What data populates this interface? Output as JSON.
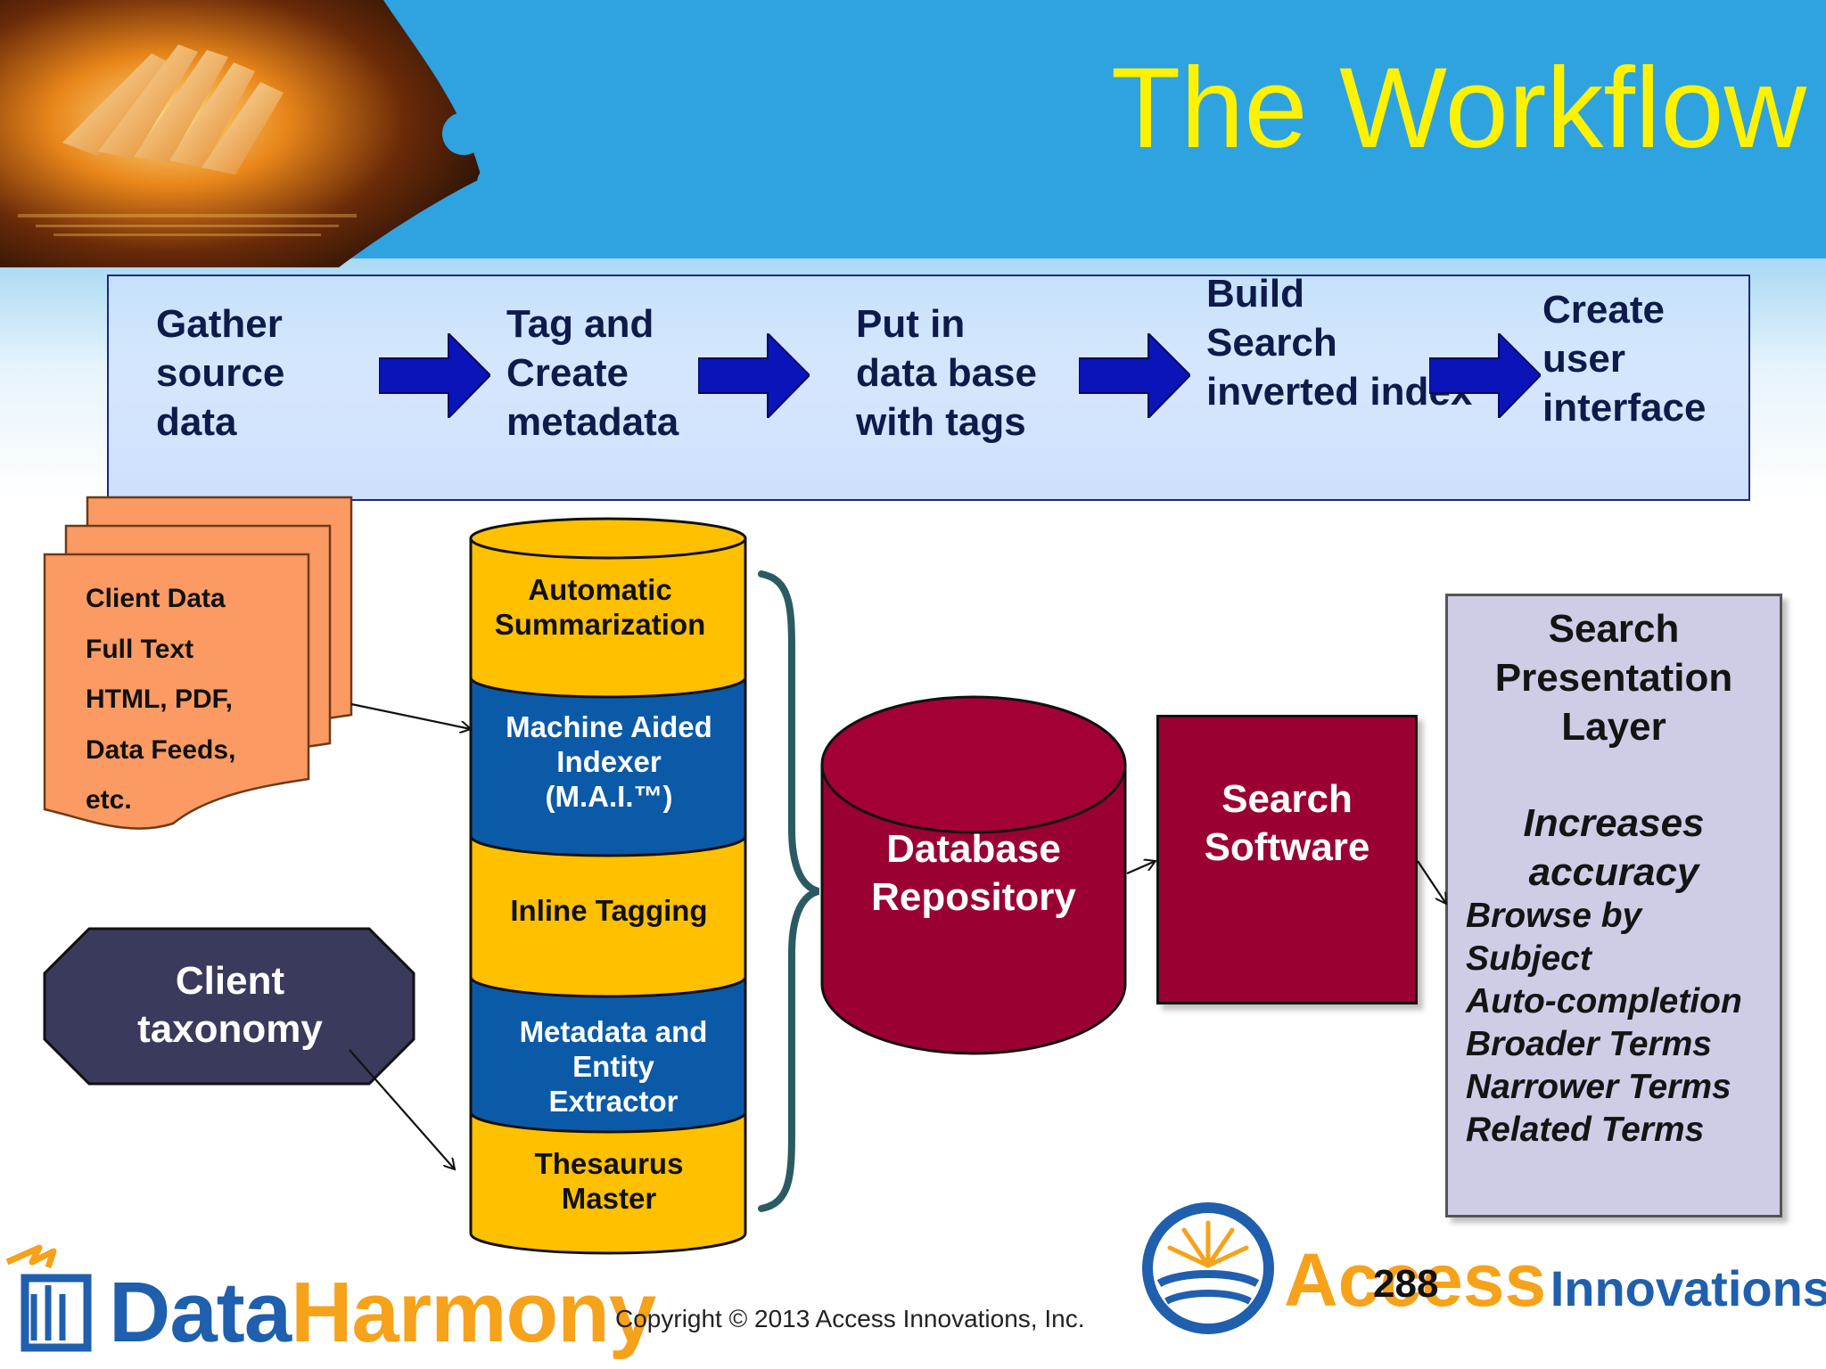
{
  "title": "The Workflow",
  "workflow_steps": [
    {
      "lines": [
        "Gather",
        "source",
        "data"
      ]
    },
    {
      "lines": [
        "Tag and",
        "Create",
        "metadata"
      ]
    },
    {
      "lines": [
        "Put in",
        "data base",
        "with tags"
      ]
    },
    {
      "lines": [
        "Build",
        "Search",
        "inverted index"
      ]
    },
    {
      "lines": [
        "Create",
        "user",
        "interface"
      ]
    }
  ],
  "client_data": {
    "lines": [
      "Client Data",
      "Full Text",
      "HTML, PDF,",
      "Data Feeds,",
      "etc."
    ]
  },
  "client_taxonomy": {
    "lines": [
      "Client",
      "taxonomy"
    ]
  },
  "stack": [
    {
      "lines": [
        "Automatic",
        "Summarization"
      ],
      "color": "#ffc000"
    },
    {
      "lines": [
        "Machine Aided",
        "Indexer",
        "(M.A.I.™)"
      ],
      "color": "#0b5aa8"
    },
    {
      "lines": [
        "Inline Tagging"
      ],
      "color": "#ffc000"
    },
    {
      "lines": [
        "Metadata and",
        "Entity",
        "Extractor"
      ],
      "color": "#0b5aa8"
    },
    {
      "lines": [
        "Thesaurus",
        "Master"
      ],
      "color": "#ffc000"
    }
  ],
  "database": {
    "lines": [
      "Database",
      "Repository"
    ],
    "color": "#9b0033"
  },
  "search_software": {
    "lines": [
      "Search",
      "Software"
    ]
  },
  "presentation_layer": {
    "title_lines": [
      "Search",
      "Presentation",
      "Layer"
    ],
    "emphasis_lines": [
      "Increases",
      "accuracy"
    ],
    "features": [
      "Browse by",
      "Subject",
      "Auto-completion",
      "Broader Terms",
      "Narrower Terms",
      "Related Terms"
    ]
  },
  "footer": {
    "copyright": "Copyright © 2013 Access Innovations, Inc.",
    "page_number": "288",
    "left_logo": {
      "part1": "Data",
      "part2": "Harmony"
    },
    "right_logo": {
      "part1": "Access",
      "part2": "Innovations."
    }
  },
  "colors": {
    "header_blue": "#2fa3e0",
    "title_yellow": "#fff200",
    "arrow_blue": "#0a14b8",
    "doc_orange": "#fb9a63",
    "taxonomy_navy": "#3a3a5c",
    "cyl_yellow": "#ffc000",
    "cyl_blue": "#0b5aa8",
    "db_red": "#9b0033",
    "panel_lavender": "#cfcde6",
    "brace_teal": "#2b5b62",
    "dh_blue": "#1f5fae",
    "dh_orange": "#f6a21a"
  }
}
